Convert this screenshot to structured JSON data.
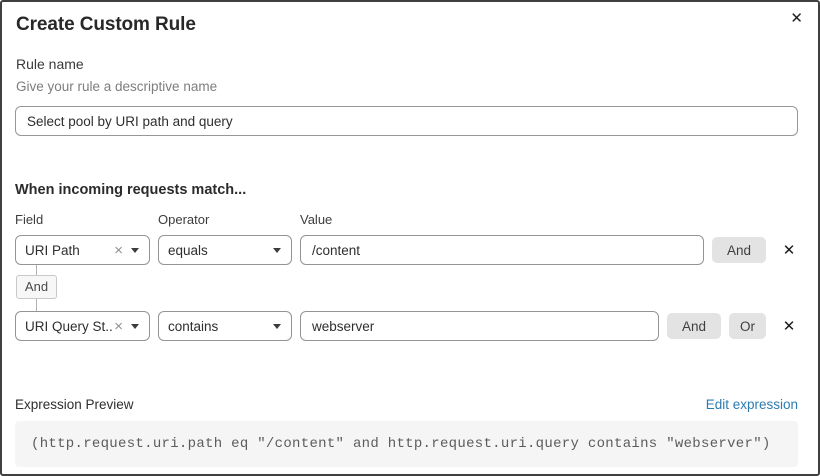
{
  "dialog": {
    "title": "Create Custom Rule"
  },
  "icons": {
    "close": "✕",
    "clear": "×",
    "remove": "✕"
  },
  "rule_name": {
    "label": "Rule name",
    "helper": "Give your rule a descriptive name",
    "value": "Select pool by URI path and query"
  },
  "match": {
    "heading": "When incoming requests match...",
    "columns": {
      "field": "Field",
      "operator": "Operator",
      "value": "Value"
    },
    "rows": [
      {
        "field": "URI Path",
        "operator": "equals",
        "value": "/content",
        "and_label": "And"
      },
      {
        "field": "URI Query St...",
        "operator": "contains",
        "value": "webserver",
        "and_label": "And",
        "or_label": "Or"
      }
    ],
    "connector_label": "And"
  },
  "expression": {
    "label": "Expression Preview",
    "edit_link": "Edit expression",
    "preview": "(http.request.uri.path eq \"/content\" and http.request.uri.query contains \"webserver\")"
  },
  "colors": {
    "link_blue": "#2c7cb0",
    "button_gray": "#e3e3e4",
    "code_background": "#f5f5f5",
    "text_dark": "#313131",
    "text_muted": "#7d7d7d"
  }
}
